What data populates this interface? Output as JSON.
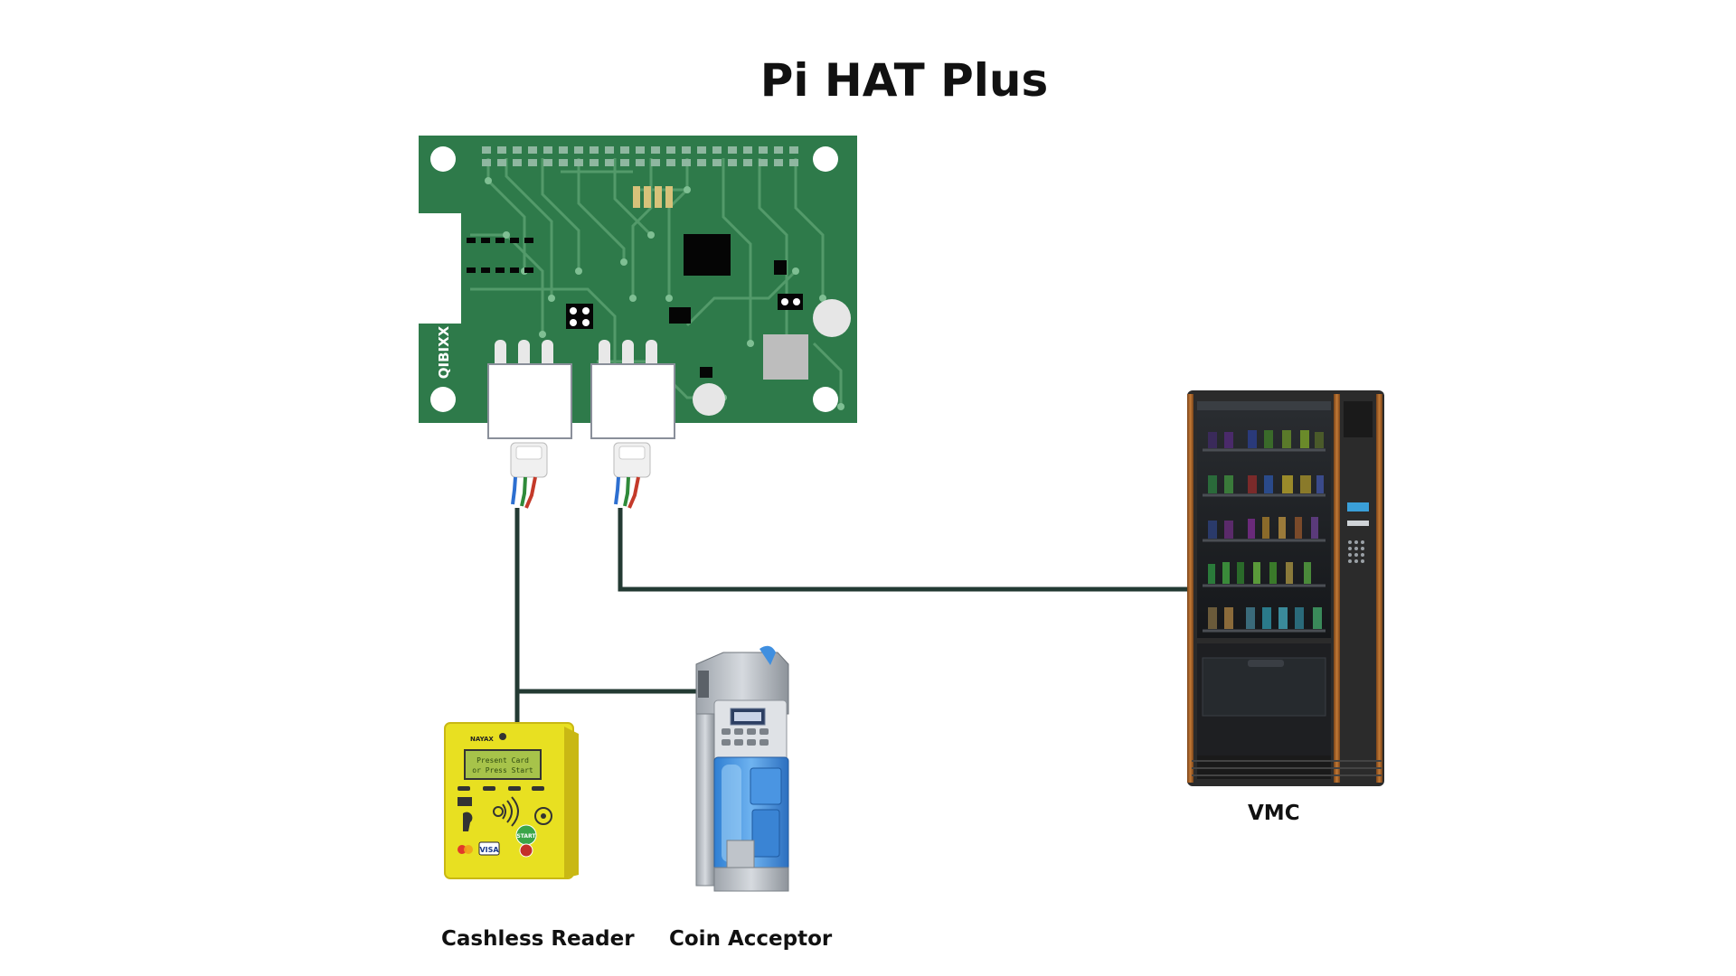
{
  "diagram": {
    "title": "Pi HAT Plus",
    "board": {
      "silkscreen": "QIBIXX"
    },
    "devices": {
      "vmc": {
        "label": "VMC"
      },
      "cashless_reader": {
        "label": "Cashless Reader",
        "brand": "NAYAX",
        "screen_line1": "Present Card",
        "screen_line2": "or Press Start",
        "start_button": "START",
        "card_brand": "VISA"
      },
      "coin_acceptor": {
        "label": "Coin Acceptor"
      }
    },
    "colors": {
      "pcb": "#2e7a4a",
      "trace": "#5aa070",
      "cable": "#233a33",
      "reader_body": "#e8e021",
      "vmc_body": "#2b2b2b",
      "vmc_trim": "#b06a2c",
      "coin_blue": "#3f8fe0"
    }
  }
}
